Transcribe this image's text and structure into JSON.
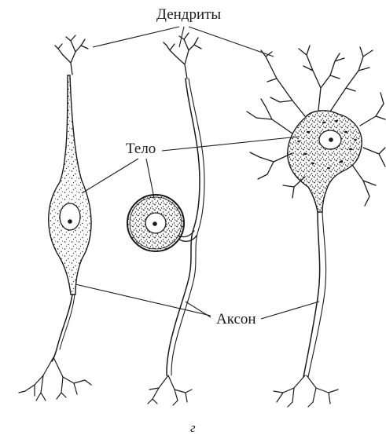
{
  "labels": {
    "dendrites": "Дендриты",
    "body": "Тело",
    "axon": "Аксон",
    "caption": "г"
  },
  "colors": {
    "ink": "#1a1a1a",
    "paper": "#ffffff"
  }
}
